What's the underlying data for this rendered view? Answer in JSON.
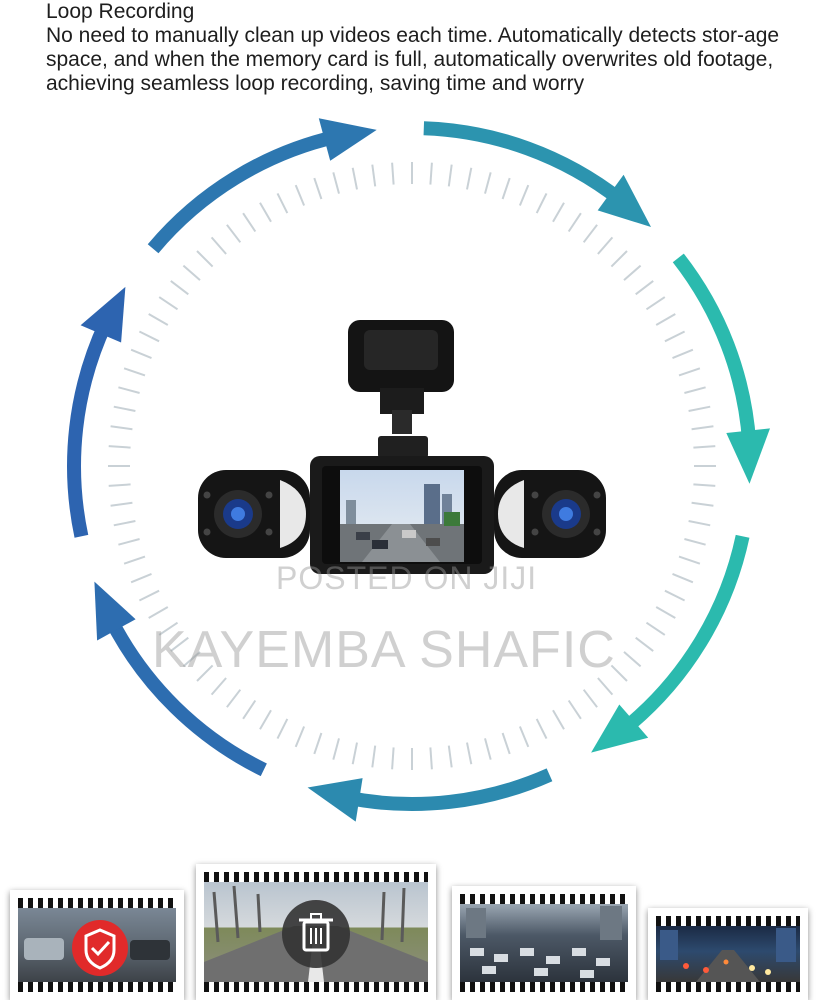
{
  "header": {
    "title": "Loop Recording",
    "description": "No need to manually clean up videos each time. Automatically detects stor-age space, and when the memory card is full, automatically overwrites old footage, achieving seamless loop recording, saving time and worry"
  },
  "watermark": {
    "line1": "POSTED ON JIJI",
    "line2": "KAYEMBA SHAFIC"
  },
  "colors": {
    "arrow_blue": "#2d5fb0",
    "arrow_teal": "#2bbfae",
    "tick": "#c9d1d6"
  },
  "icons": {
    "thumb1": "shield-check-icon",
    "thumb2": "trash-icon"
  }
}
